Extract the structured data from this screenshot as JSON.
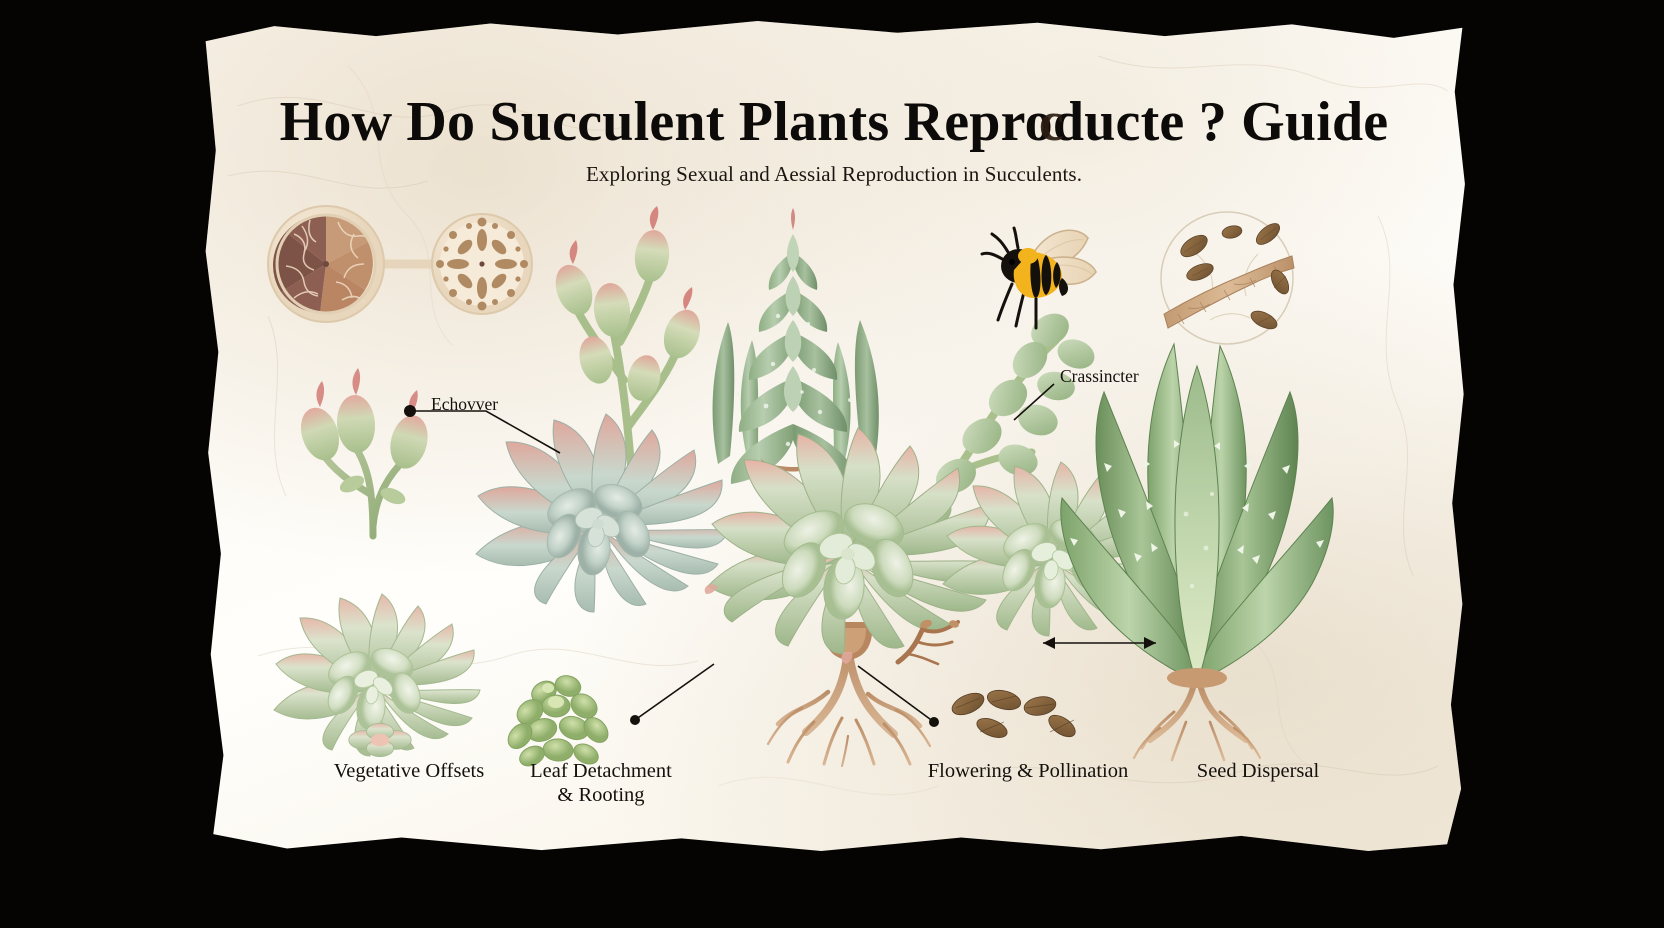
{
  "poster": {
    "title_main": "How Do Succulent Plants Reproducte ? Guide",
    "title_pre": "How Do Succulent Plants Repro",
    "title_glitch_base": "ducte",
    "title_glitch_overlay": "c",
    "title_post": " ? Guide",
    "subtitle": "Exploring Sexual and Aessial Reproduction in Succulents.",
    "background_color": "#050403",
    "paper_color": "#fdfbf6",
    "ink_color": "#0d0b09"
  },
  "callouts": [
    {
      "id": "echovver",
      "label": "Echovver"
    },
    {
      "id": "crassincter",
      "label": "Crassincter"
    }
  ],
  "captions": [
    {
      "id": "vegetative-offsets",
      "line1": "Vegetative Offsets",
      "line2": ""
    },
    {
      "id": "leaf-detachment-rooting",
      "line1": "Leaf Detachment",
      "line2": "& Rooting"
    },
    {
      "id": "flowering-pollination",
      "line1": "Flowering & Pollination",
      "line2": ""
    },
    {
      "id": "seed-dispersal",
      "line1": "Seed Dispersal",
      "line2": ""
    }
  ],
  "illustrations": [
    {
      "id": "cell-cross-section",
      "name": "cell-cross-section-diagram"
    },
    {
      "id": "pollen-disc",
      "name": "pollen-grain-disc"
    },
    {
      "id": "flower-buds-left",
      "name": "succulent-flower-buds"
    },
    {
      "id": "flower-stalk-center",
      "name": "flowering-stalk"
    },
    {
      "id": "aloe-tower",
      "name": "aloe-columnar-plant"
    },
    {
      "id": "echeveria-left",
      "name": "echeveria-rosette"
    },
    {
      "id": "echeveria-center",
      "name": "echeveria-rosette-with-roots"
    },
    {
      "id": "echeveria-right",
      "name": "echeveria-rosette-small"
    },
    {
      "id": "offset-rosette",
      "name": "offset-rosette"
    },
    {
      "id": "leaf-cutting",
      "name": "leaf-cutting-sprout"
    },
    {
      "id": "bee",
      "name": "honeybee-pollinator"
    },
    {
      "id": "seeds-branch",
      "name": "seed-dispersal-branch"
    },
    {
      "id": "loose-seeds",
      "name": "scattered-seeds"
    },
    {
      "id": "aloe-plant",
      "name": "aloe-vera-plant-with-roots"
    }
  ],
  "palette": {
    "leaf_green_light": "#c9d8b6",
    "leaf_green_mid": "#9cb489",
    "leaf_green_dark": "#5c7a4e",
    "leaf_blue_green": "#b8cbc0",
    "leaf_pink_tip": "#e0a39a",
    "root_brown": "#b98a63",
    "seed_brown": "#8a6440",
    "bee_yellow": "#f2b31c",
    "bee_black": "#18140f",
    "diagram_tan": "#c79a78",
    "diagram_maroon": "#8d5f52",
    "diagram_cream": "#f3e7d4"
  }
}
